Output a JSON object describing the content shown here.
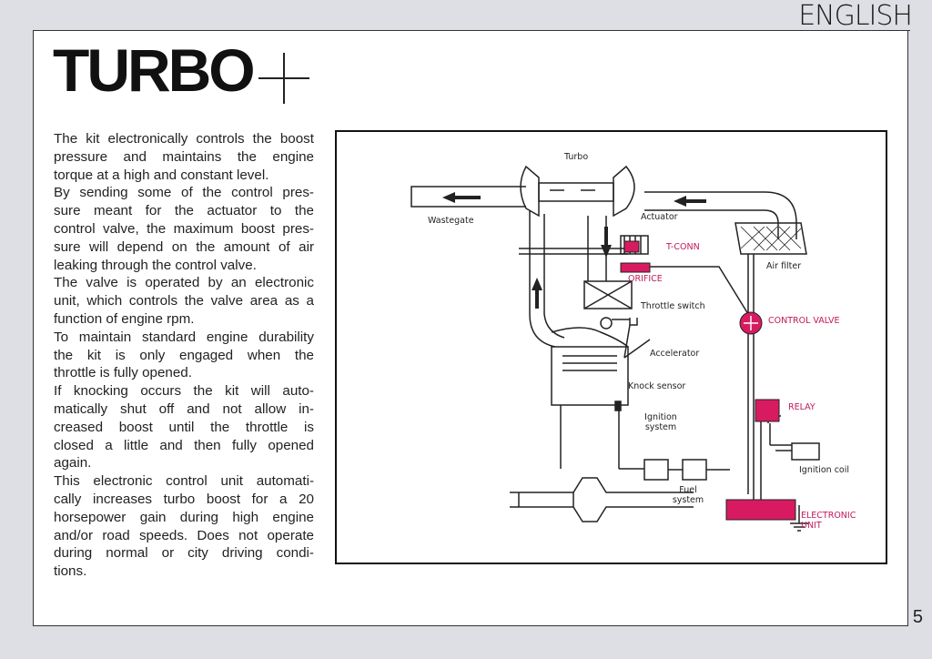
{
  "header": {
    "language": "ENGLISH"
  },
  "title": "TURBO",
  "body_lines": [
    "The kit electronically controls the boost",
    "pressure and maintains the engine",
    "torque at a high and constant level.",
    "By sending some of the control pres-",
    "sure meant for the actuator to the",
    "control valve, the maximum boost pres-",
    "sure will depend on the amount of air",
    "leaking through the control valve.",
    "The valve is operated by an electronic",
    "unit, which controls the valve area as a",
    "function of engine rpm.",
    "To maintain standard engine durability",
    "the kit is only engaged when the",
    "throttle is fully opened.",
    "If knocking occurs the kit will auto-",
    "matically shut off and not allow in-",
    "creased boost until the throttle is",
    "closed a little and then fully opened",
    "again.",
    "This electronic control unit automati-",
    "cally increases turbo boost for a 20",
    "horsepower gain during high engine",
    "and/or road speeds. Does not operate",
    "during normal or city driving condi-",
    "tions."
  ],
  "diagram": {
    "labels": {
      "turbo": "Turbo",
      "wastegate": "Wastegate",
      "actuator": "Actuator",
      "t_conn": "T-CONN",
      "orifice": "ORIFICE",
      "air_filter": "Air filter",
      "throttle_switch": "Throttle switch",
      "control_valve": "CONTROL VALVE",
      "accelerator": "Accelerator",
      "knock_sensor": "Knock sensor",
      "relay": "RELAY",
      "ignition_system_1": "Ignition",
      "ignition_system_2": "system",
      "ignition_coil": "Ignition coil",
      "fuel_system_1": "Fuel",
      "fuel_system_2": "system",
      "electronic_unit_1": "ELECTRONIC",
      "electronic_unit_2": "UNIT"
    },
    "colors": {
      "highlight": "#d81b60",
      "highlight_text": "#c2185b",
      "line": "#222222"
    }
  },
  "page_number": "5"
}
